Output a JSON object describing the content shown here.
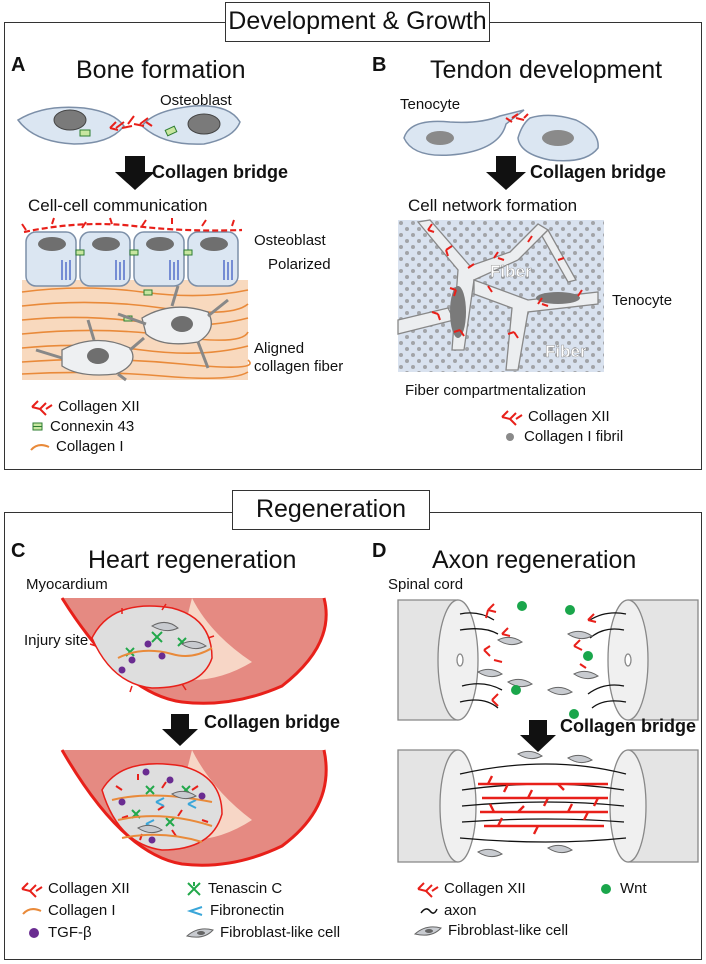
{
  "sections": {
    "top": "Development & Growth",
    "bottom": "Regeneration"
  },
  "panelA": {
    "letter": "A",
    "title": "Bone formation",
    "osteoblast_top": "Osteoblast",
    "bridge": "Collagen bridge",
    "subtitle": "Cell-cell communication",
    "osteoblast_side": "Osteoblast",
    "polarized": "Polarized",
    "aligned1": "Aligned",
    "aligned2": "collagen fiber",
    "legend": [
      "Collagen XII",
      "Connexin 43",
      "Collagen I"
    ]
  },
  "panelB": {
    "letter": "B",
    "title": "Tendon development",
    "tenocyte_top": "Tenocyte",
    "bridge": "Collagen bridge",
    "subtitle": "Cell network formation",
    "fiber1": "Fiber",
    "fiber2": "Fiber",
    "tenocyte_side": "Tenocyte",
    "compartment": "Fiber compartmentalization",
    "legend": [
      "Collagen XII",
      "Collagen I fibril"
    ]
  },
  "panelC": {
    "letter": "C",
    "title": "Heart regeneration",
    "myocardium": "Myocardium",
    "injury": "Injury site",
    "bridge": "Collagen bridge",
    "legend": [
      "Collagen XII",
      "Collagen I",
      "TGF-β",
      "Tenascin C",
      "Fibronectin",
      "Fibroblast-like cell"
    ]
  },
  "panelD": {
    "letter": "D",
    "title": "Axon regeneration",
    "spinal": "Spinal cord",
    "bridge": "Collagen bridge",
    "legend": [
      "Collagen XII",
      "axon",
      "Fibroblast-like cell",
      "Wnt"
    ]
  },
  "colors": {
    "collagenXII": "#e8201a",
    "collagenI": "#e98a3a",
    "connexin": "#2e7d32",
    "tgf": "#6a2c91",
    "tenascin": "#22a84a",
    "fibronectin": "#3aa6d9",
    "wnt": "#1aa64b",
    "myocardium": "#e58a82",
    "cellBlue": "#dbe6f2"
  }
}
